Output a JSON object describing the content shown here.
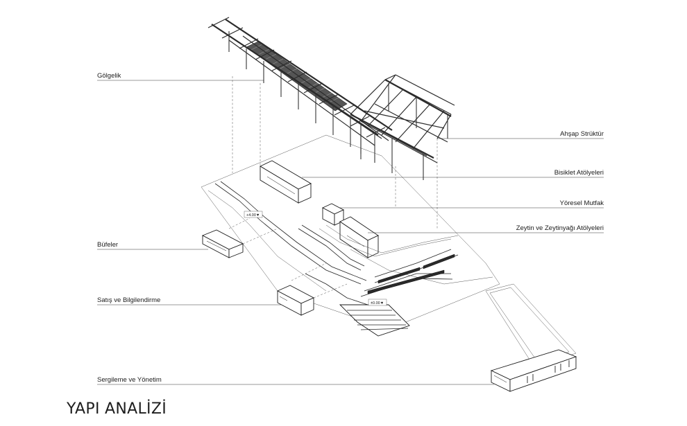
{
  "title": "YAPI ANALİZİ",
  "labels": {
    "golgelik": "Gölgelik",
    "ahsap": "Ahşap Strüktür",
    "bisiklet": "Bisiklet Atölyeleri",
    "yoresel": "Yöresel Mutfak",
    "zeytin": "Zeytin ve Zeytinyağı Atölyeleri",
    "bufeler": "Büfeler",
    "satis": "Satış ve Bilgilendirme",
    "sergileme": "Sergileme ve Yönetim"
  },
  "elevations": {
    "upper": "+4.00▼",
    "lower": "±0.00▼"
  }
}
